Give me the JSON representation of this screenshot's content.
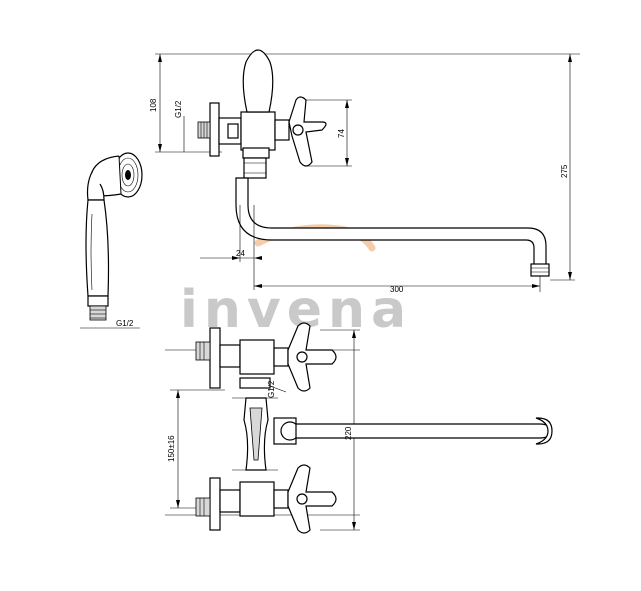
{
  "watermark": {
    "brand": "invena",
    "accent_color": "#f3c69a",
    "text_color": "#c9c9c9"
  },
  "dimensions": {
    "top_height": "108",
    "thread_top": "G1/2",
    "handle_height": "74",
    "overall_height": "275",
    "offset": "24",
    "spout_length": "300",
    "hand_shower_thread": "G1/2",
    "center_spacing": "150±16",
    "front_thread": "G1/2",
    "front_height": "220"
  }
}
